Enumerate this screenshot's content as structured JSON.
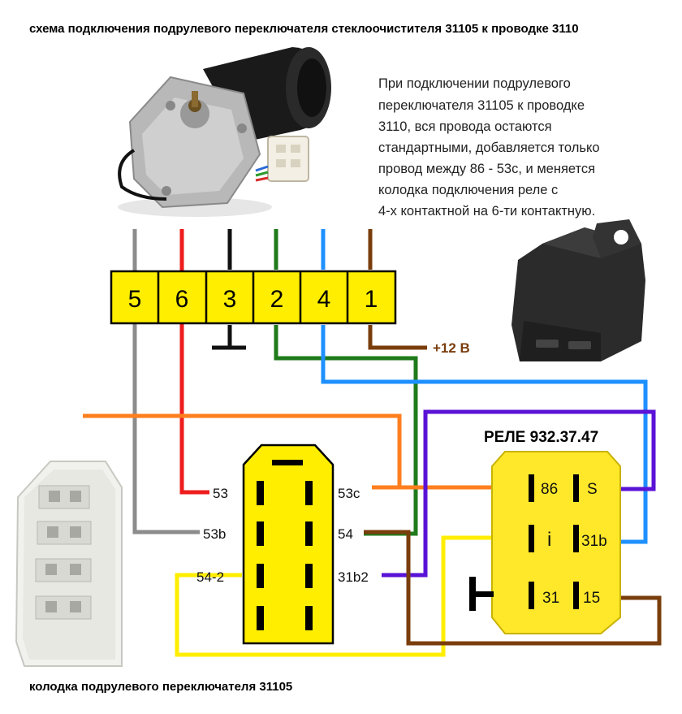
{
  "title": "схема подключения подрулевого переключателя стеклоочистителя 31105 к проводке 3110",
  "description_lines": [
    "При подключении подрулевого",
    "переключателя 31105 к проводке",
    "3110, вся провода остаются",
    "стандартными, добавляется только",
    "провод между 86 - 53с, и меняется",
    "колодка подключения реле с",
    "4-х контактной на 6-ти контактную."
  ],
  "motor_connector": {
    "pins": [
      "5",
      "6",
      "3",
      "2",
      "4",
      "1"
    ]
  },
  "power_label": "+12 В",
  "relay": {
    "title": "РЕЛЕ 932.37.47",
    "pins": [
      "86",
      "S",
      "i",
      "31b",
      "31",
      "15"
    ]
  },
  "switch_block": {
    "left_pins": [
      "53",
      "53b",
      "54-2"
    ],
    "right_pins": [
      "53c",
      "54",
      "31b2"
    ]
  },
  "caption": "колодка подрулевого переключателя 31105",
  "colors": {
    "gray": "#8c8c8c",
    "red": "#ee1c1c",
    "black": "#111111",
    "green": "#1f7a1a",
    "blue": "#1e90ff",
    "brown": "#7a3d0c",
    "orange": "#ff7f1e",
    "purple": "#5a12d6",
    "yellow": "#ffee00",
    "relay_yellow": "#ffe82a"
  }
}
